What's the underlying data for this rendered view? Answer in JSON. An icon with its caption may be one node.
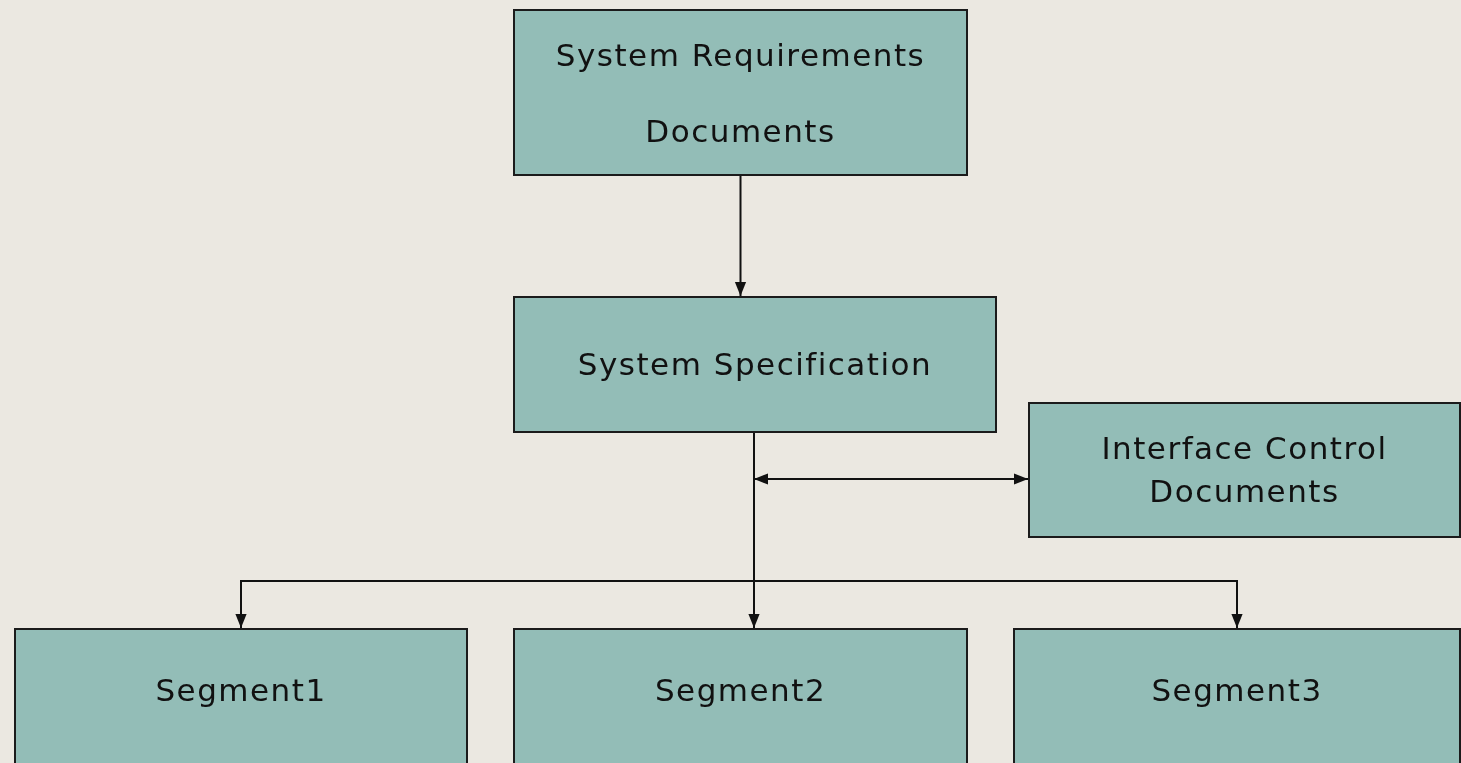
{
  "diagram": {
    "nodes": [
      {
        "text": [
          "System Requirements Documents"
        ]
      },
      {
        "text": [
          "System Specification"
        ]
      },
      {
        "text": [
          "Interface Control Documents"
        ]
      },
      {
        "text": [
          "Segment1"
        ]
      },
      {
        "text": [
          "Segment2"
        ]
      },
      {
        "text": [
          "Segment3"
        ]
      }
    ],
    "edges": [
      {
        "from": 0,
        "to": 1,
        "arrow": "to"
      },
      {
        "from": null,
        "to": 2,
        "arrow": "both"
      },
      {
        "from": 1,
        "to": 3,
        "arrow": "to"
      },
      {
        "from": 1,
        "to": 4,
        "arrow": "to"
      },
      {
        "from": 1,
        "to": 5,
        "arrow": "to"
      }
    ]
  }
}
